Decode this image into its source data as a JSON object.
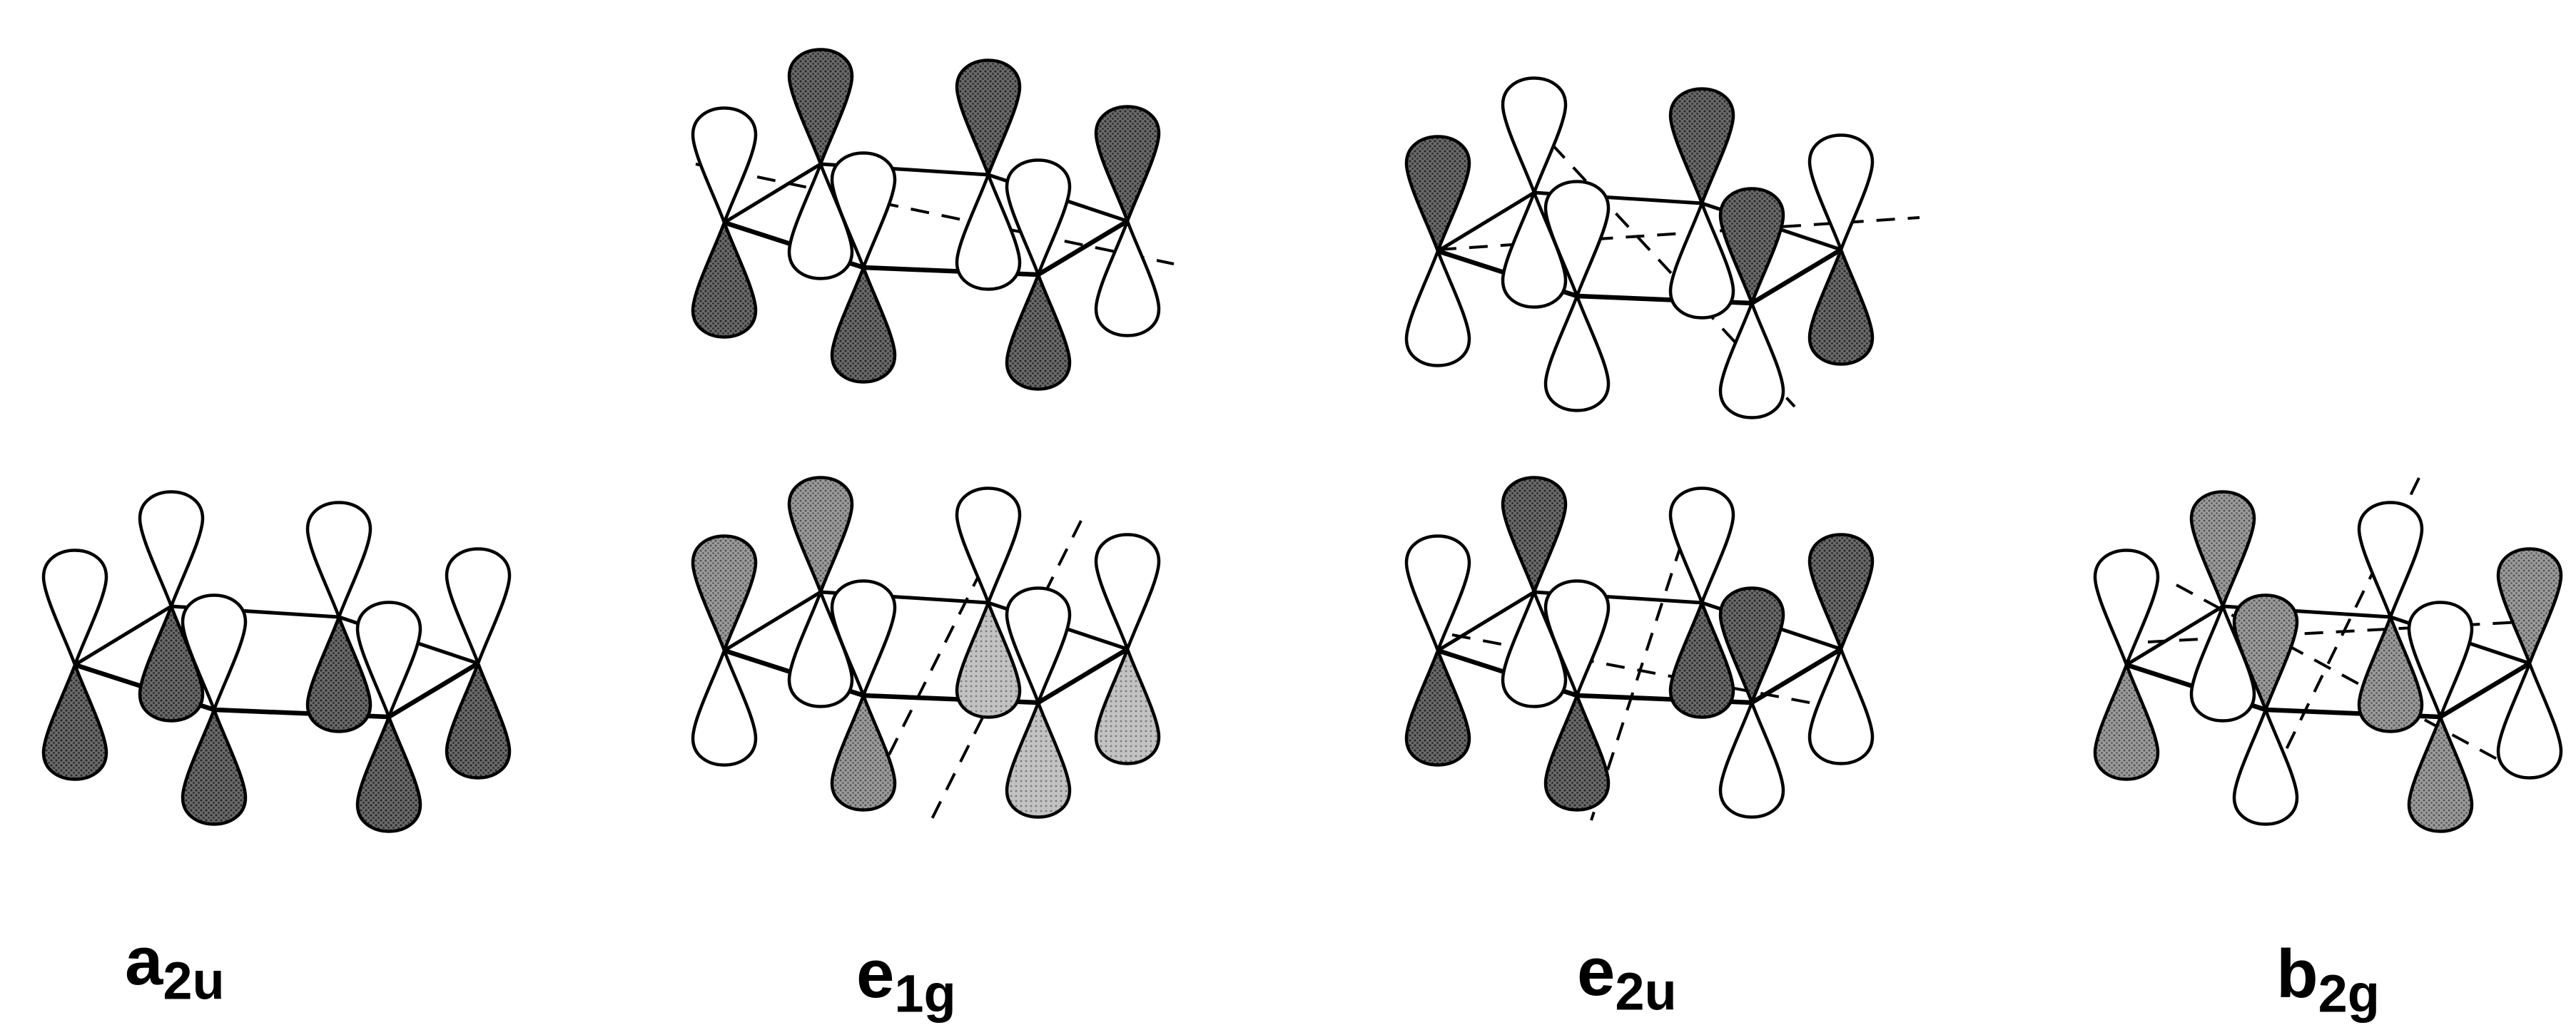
{
  "figure": {
    "orbitals": [
      {
        "label_main": "a",
        "label_sub": "2u"
      },
      {
        "label_main": "e",
        "label_sub": "1g"
      },
      {
        "label_main": "e",
        "label_sub": "1g"
      },
      {
        "label_main": "e",
        "label_sub": "2u"
      },
      {
        "label_main": "e",
        "label_sub": "2u"
      },
      {
        "label_main": "b",
        "label_sub": "2g"
      }
    ],
    "phase_colors": {
      "dark": "#454545",
      "medium": "#8c8c8c",
      "light": "#b4b4b4",
      "white": "#ffffff"
    }
  }
}
